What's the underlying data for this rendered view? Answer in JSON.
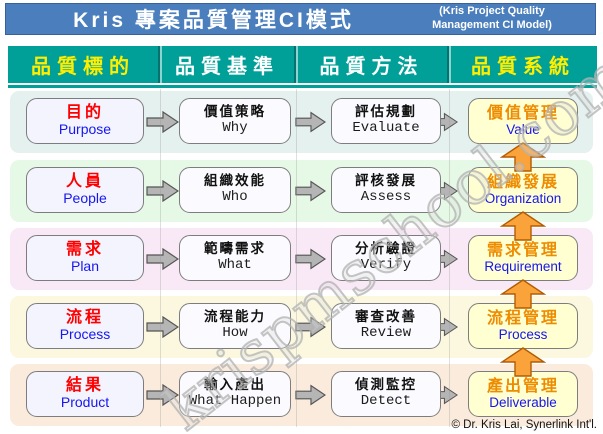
{
  "banner": {
    "title": "Kris 專案品質管理CI模式",
    "subtitle_line1": "(Kris Project Quality",
    "subtitle_line2": "Management CI Model)"
  },
  "columns": [
    {
      "label": "品質標的",
      "text_color": "#ffee00"
    },
    {
      "label": "品質基準",
      "text_color": "#ffffff"
    },
    {
      "label": "品質方法",
      "text_color": "#ffffff"
    },
    {
      "label": "品質系統",
      "text_color": "#ffee00"
    }
  ],
  "rows": [
    {
      "target": {
        "zh": "目的",
        "en": "Purpose"
      },
      "standard": {
        "zh": "價值策略",
        "en": "Why"
      },
      "method": {
        "zh": "評估規劃",
        "en": "Evaluate"
      },
      "system": {
        "zh": "價值管理",
        "en": "Value"
      }
    },
    {
      "target": {
        "zh": "人員",
        "en": "People"
      },
      "standard": {
        "zh": "組織效能",
        "en": "Who"
      },
      "method": {
        "zh": "評核發展",
        "en": "Assess"
      },
      "system": {
        "zh": "組織發展",
        "en": "Organization"
      }
    },
    {
      "target": {
        "zh": "需求",
        "en": "Plan"
      },
      "standard": {
        "zh": "範疇需求",
        "en": "What"
      },
      "method": {
        "zh": "分析驗證",
        "en": "Verify"
      },
      "system": {
        "zh": "需求管理",
        "en": "Requirement"
      }
    },
    {
      "target": {
        "zh": "流程",
        "en": "Process"
      },
      "standard": {
        "zh": "流程能力",
        "en": "How"
      },
      "method": {
        "zh": "審查改善",
        "en": "Review"
      },
      "system": {
        "zh": "流程管理",
        "en": "Process"
      }
    },
    {
      "target": {
        "zh": "結果",
        "en": "Product"
      },
      "standard": {
        "zh": "輸入產出",
        "en": "What Happen"
      },
      "method": {
        "zh": "偵測監控",
        "en": "Detect"
      },
      "system": {
        "zh": "產出管理",
        "en": "Deliverable"
      }
    }
  ],
  "watermark": "krispmschool.com",
  "copyright": "© Dr. Kris Lai, Synerlink Int'l.",
  "colors": {
    "banner_blue": "#4a7ebc",
    "header_teal": "#00a099",
    "header_yellow_text": "#ffee00",
    "target_red_text": "#ff0000",
    "english_blue_text": "#1616f0",
    "system_orange_text": "#ee8c00",
    "system_box_bg": "#ffffd2",
    "gray_arrow": "#b5b5b5",
    "orange_arrow": "#faa33b",
    "row_band_colors": [
      "#e4f1ef",
      "#e6f9e6",
      "#f9e9f6",
      "#fbf8df",
      "#fbebdc"
    ]
  }
}
